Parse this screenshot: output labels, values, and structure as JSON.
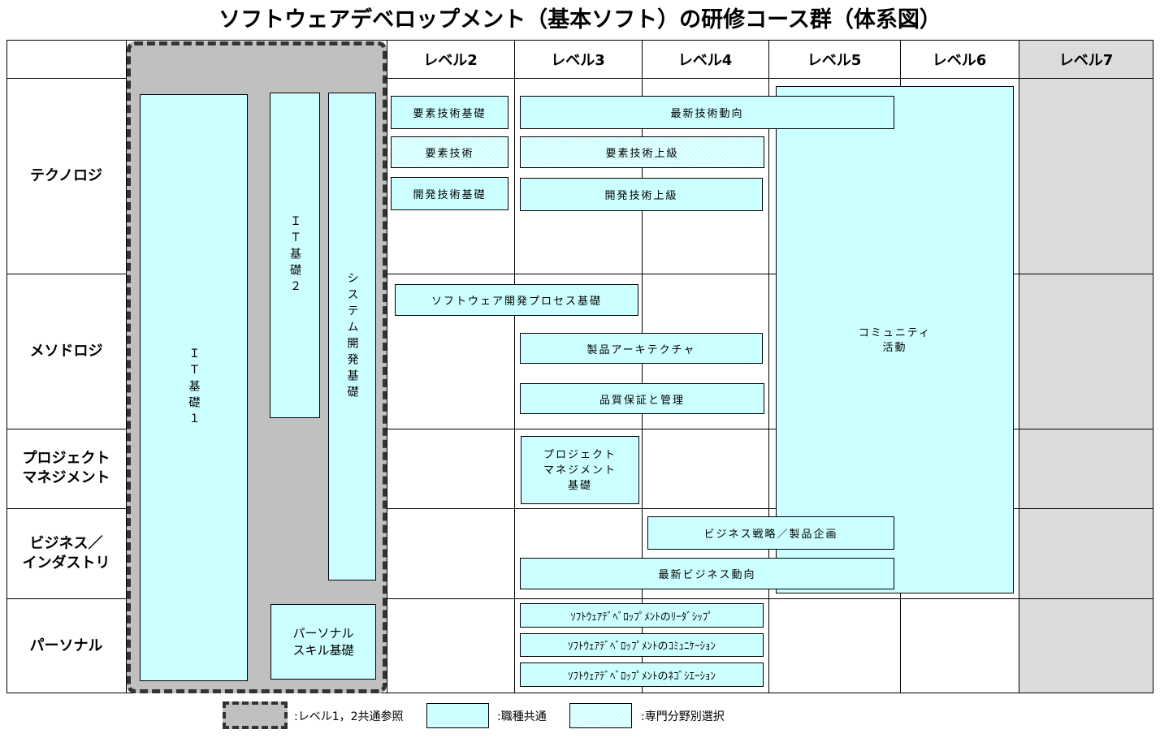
{
  "title": "ソフトウェアデベロップメント（基本ソフト）の研修コース群（体系図）",
  "levels": [
    "レベル2",
    "レベル3",
    "レベル4",
    "レベル5",
    "レベル6",
    "レベル7"
  ],
  "rows": [
    "テクノロジ",
    "メソドロジ",
    "プロジェクト\nマネジメント",
    "ビジネス／\nインダストリ",
    "パーソナル"
  ],
  "courses": {
    "it1": "ＩＴ基礎１",
    "it2": "ＩＴ基礎２",
    "sysdev": "システム開発基礎",
    "personal_skill": "パーソナル\nスキル基礎",
    "elem_basic": "要素技術基礎",
    "elem": "要素技術",
    "dev_basic": "開発技術基礎",
    "latest_tech": "最新技術動向",
    "elem_adv": "要素技術上級",
    "dev_adv": "開発技術上級",
    "community": "コミュニティ\n活動",
    "process": "ソフトウェア開発プロセス基礎",
    "arch": "製品アーキテクチャ",
    "qa": "品質保証と管理",
    "pm": "プロジェクト\nマネジメント\n基礎",
    "biz_strategy": "ビジネス戦略／製品企画",
    "latest_biz": "最新ビジネス動向",
    "leadership": "ｿﾌﾄｳｪｱﾃﾞﾍﾞﾛｯﾌﾟﾒﾝﾄのﾘｰﾀﾞｼｯﾌﾟ",
    "communication": "ｿﾌﾄｳｪｱﾃﾞﾍﾞﾛｯﾌﾟﾒﾝﾄのｺﾐｭﾆｹｰｼｮﾝ",
    "negotiation": "ｿﾌﾄｳｪｱﾃﾞﾍﾞﾛｯﾌﾟﾒﾝﾄのﾈｺﾞｼｴｰｼｮﾝ"
  },
  "legend": {
    "common_ref": ":レベル1，2共通参照",
    "common": ":職種共通",
    "specialty": ":専門分野別選択"
  },
  "colors": {
    "course": "#ccffff",
    "level_common": "#c0c0c0",
    "level7": "#dcdcdc"
  }
}
